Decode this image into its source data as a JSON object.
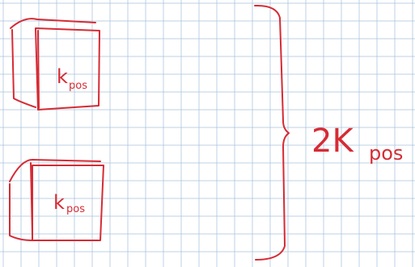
{
  "canvas": {
    "background": "#ffffff",
    "grid_color": "#a9c3de"
  },
  "ink_color": "#d62b34",
  "drawing": {
    "top_block": {
      "label_k": "k",
      "label_sub": "pos"
    },
    "bottom_block": {
      "label_k": "k",
      "label_sub": "pos"
    },
    "brace_label": {
      "main": "2K",
      "sub": "pos"
    }
  }
}
